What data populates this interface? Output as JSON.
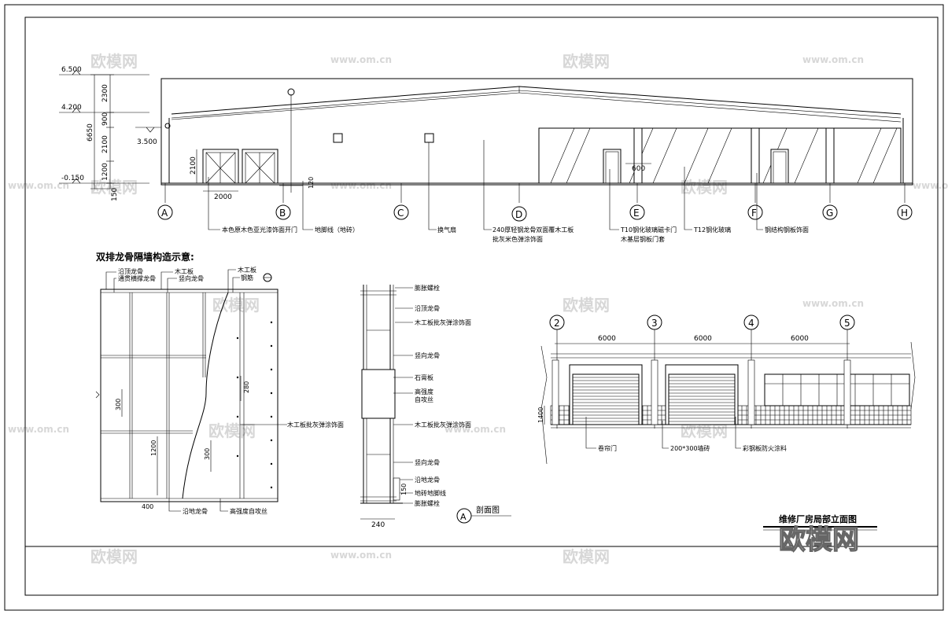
{
  "elevation": {
    "levels": [
      "6.500",
      "4.200",
      "3.500",
      "-0.150"
    ],
    "dims_vertical": [
      "2300",
      "900",
      "2100",
      "1200",
      "150"
    ],
    "dim_total": "6650",
    "dim_door_height": "2100",
    "dim_door_width": "2000",
    "dim_small_offset": "120",
    "dim_600": "600",
    "grid_labels": [
      "A",
      "B",
      "C",
      "D",
      "E",
      "F",
      "G",
      "H"
    ],
    "notes": {
      "note1": "本色原木色亚光漆饰面开门",
      "note1b": "地脚线（地砖）",
      "note2": "换气扇",
      "note3": "240厚轻钢龙骨双面覆木工板",
      "note3b": "批灰米色弹涂饰面",
      "note4": "T10钢化玻璃磁卡门",
      "note4b": "木基层钢板门套",
      "note5": "T12钢化玻璃",
      "note6": "钢结构钢板饰面"
    }
  },
  "wall_detail": {
    "title": "双排龙骨隔墙构造示意:",
    "labels": {
      "top1": "沿顶龙骨",
      "top2": "通贯横撑龙骨",
      "top3": "木工板",
      "top4": "竖向龙骨",
      "top5": "木工板",
      "top6": "钢筋",
      "right": "木工板批灰弹涂饰面",
      "bottom1": "沿地龙骨",
      "bottom2": "高强度自攻丝"
    },
    "dims": [
      "300",
      "1200",
      "300",
      "280",
      "400"
    ]
  },
  "section": {
    "labels": [
      "膨胀螺栓",
      "沿顶龙骨",
      "木工板批灰弹涂饰面",
      "竖向龙骨",
      "石膏板",
      "高强度",
      "自攻丝",
      "木工板批灰弹涂饰面",
      "竖向龙骨",
      "沿地龙骨",
      "地砖地脚线",
      "膨胀螺栓"
    ],
    "dim_150": "150",
    "dim_240": "240",
    "marker": "A",
    "caption": "剖面图"
  },
  "partial": {
    "grid_labels": [
      "2",
      "3",
      "4",
      "5"
    ],
    "spans": [
      "6000",
      "6000",
      "6000"
    ],
    "dim_1400": "1400",
    "notes": [
      "卷帘门",
      "200*300墙砖",
      "彩钢板防火涂料"
    ]
  },
  "title_block": {
    "title": "维修厂房局部立面图"
  },
  "watermarks": {
    "logo": "欧模网",
    "url": "www.om.cn"
  }
}
